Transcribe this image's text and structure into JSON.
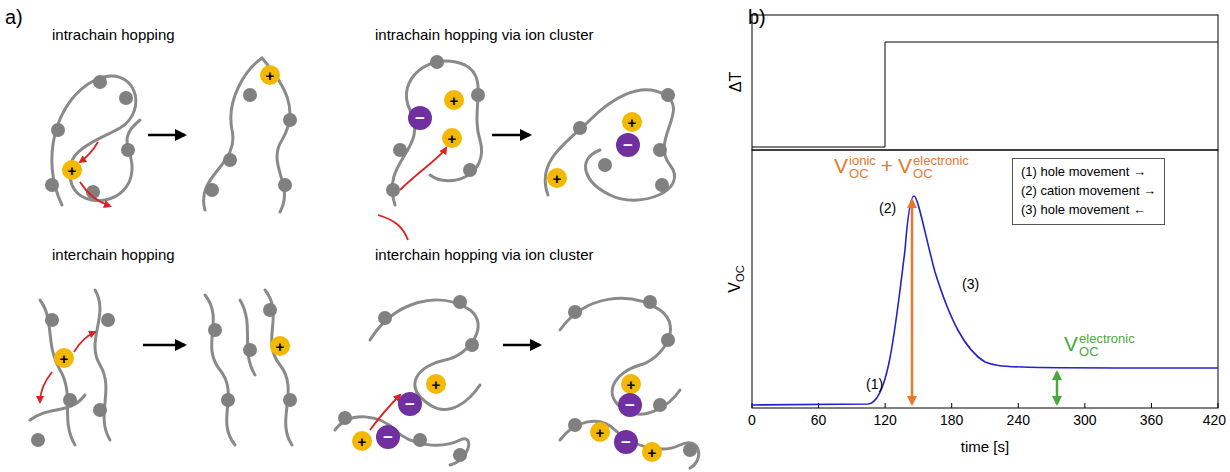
{
  "diagram": {
    "nodes": [
      {
        "text": [
          "+"
        ]
      },
      {
        "text": [
          "+"
        ]
      },
      {
        "text": [
          "+"
        ]
      },
      {
        "text": [
          "−"
        ]
      },
      {
        "text": [
          "+"
        ]
      },
      {
        "text": [
          "+"
        ]
      },
      {
        "text": [
          "−"
        ]
      },
      {
        "text": [
          "+"
        ]
      },
      {
        "text": [
          "+"
        ]
      },
      {
        "text": [
          "+"
        ]
      },
      {
        "text": [
          "+"
        ]
      },
      {
        "text": [
          "−"
        ]
      },
      {
        "text": [
          "+"
        ]
      },
      {
        "text": [
          "−"
        ]
      },
      {
        "text": [
          "+"
        ]
      },
      {
        "text": [
          "−"
        ]
      },
      {
        "text": [
          "+"
        ]
      },
      {
        "text": [
          "−"
        ]
      },
      {
        "text": [
          "+"
        ]
      },
      {
        "text": [
          "(1) hole movement →",
          "(2) cation movement →",
          "(3) hole movement ←"
        ]
      }
    ],
    "labels": [
      "a)",
      "b)",
      "intrachain hopping",
      "intrachain hopping via ion cluster",
      "interchain hopping",
      "interchain hopping via ion cluster",
      "ΔT",
      "V",
      "OC",
      "V",
      "OC",
      "ionic",
      "+",
      "V",
      "OC",
      "electronic",
      "(1)",
      "(2)",
      "(3)",
      "V",
      "OC",
      "electronic",
      "0",
      "60",
      "120",
      "180",
      "240",
      "300",
      "360",
      "420",
      "time [s]"
    ]
  }
}
